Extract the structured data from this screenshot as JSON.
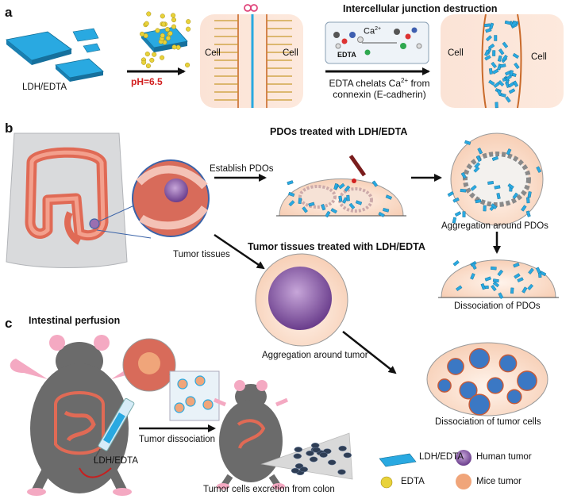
{
  "panels": {
    "a": {
      "letter": "a",
      "title": "Intercellular junction destruction",
      "ldh_label": "LDH/EDTA",
      "ph_label": "pH=6.5",
      "cell_left_1": "Cell",
      "cell_right_1": "Cell",
      "cell_left_2": "Cell",
      "cell_right_2": "Cell",
      "edta_box_label": "EDTA",
      "ca_label": "Ca",
      "ca_sup": "2+",
      "chelate_line1_a": "EDTA chelats Ca",
      "chelate_line1_sup": "2+",
      "chelate_line1_b": " from",
      "chelate_line2": "connexin (E-cadherin)"
    },
    "b": {
      "letter": "b",
      "pdo_title": "PDOs treated with LDH/EDTA",
      "establish": "Establish PDOs",
      "aggregation_pdos": "Aggregation around PDOs",
      "dissociation_pdos": "Dissociation of PDOs",
      "tumor_tissues": "Tumor tissues",
      "tumor_title": "Tumor tissues treated with LDH/EDTA",
      "aggregation_tumor": "Aggregation around tumor",
      "dissociation_tumor": "Dissociation of tumor cells"
    },
    "c": {
      "letter": "c",
      "title": "Intestinal perfusion",
      "tumor_dissociation": "Tumor dissociation",
      "ldh_label": "LDH/EDTA",
      "excretion": "Tumor cells excretion from colon"
    }
  },
  "legend": {
    "ldh": "LDH/EDTA",
    "edta": "EDTA",
    "human_tumor": "Human tumor",
    "mice_tumor": "Mice tumor"
  },
  "colors": {
    "ldh_blue": "#29a9e1",
    "edta_yellow": "#e8d23a",
    "ph_red": "#d21f1f",
    "tumor_purple": "#9a6fb0",
    "mice_tumor_orange": "#f0a57a",
    "cell_pink": "#fbe3d6",
    "mouse_gray": "#6b6b6b"
  }
}
